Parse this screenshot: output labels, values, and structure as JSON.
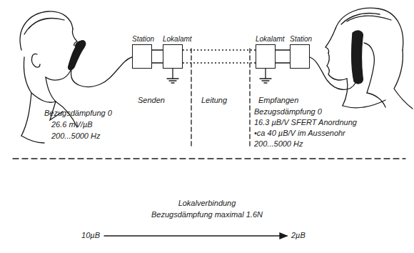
{
  "diagram": {
    "nodes": [
      {
        "text": [
          "Station"
        ]
      },
      {
        "text": [
          "Lokalamt"
        ]
      },
      {
        "text": [
          "Lokalamt"
        ]
      },
      {
        "text": [
          "Station"
        ]
      }
    ],
    "edges": [
      {
        "from": 0,
        "to": 1,
        "arrow": "none"
      },
      {
        "from": 1,
        "to": 2,
        "arrow": "none"
      },
      {
        "from": 2,
        "to": 3,
        "arrow": "none"
      }
    ],
    "labels": [
      "Senden",
      "Leitung",
      "Empfangen",
      "Bezugsdämpfung 0",
      "26.6 mV/µB",
      "200...5000 Hz",
      "Bezugsdämpfung 0",
      "16.3 µB/V SFERT Anordnung",
      "•ca 40 µB/V im Aussenohr",
      "200...5000 Hz",
      "Lokalverbindung",
      "Bezugsdämpfung maximal 1.6N",
      "10µB",
      "2µB"
    ]
  }
}
